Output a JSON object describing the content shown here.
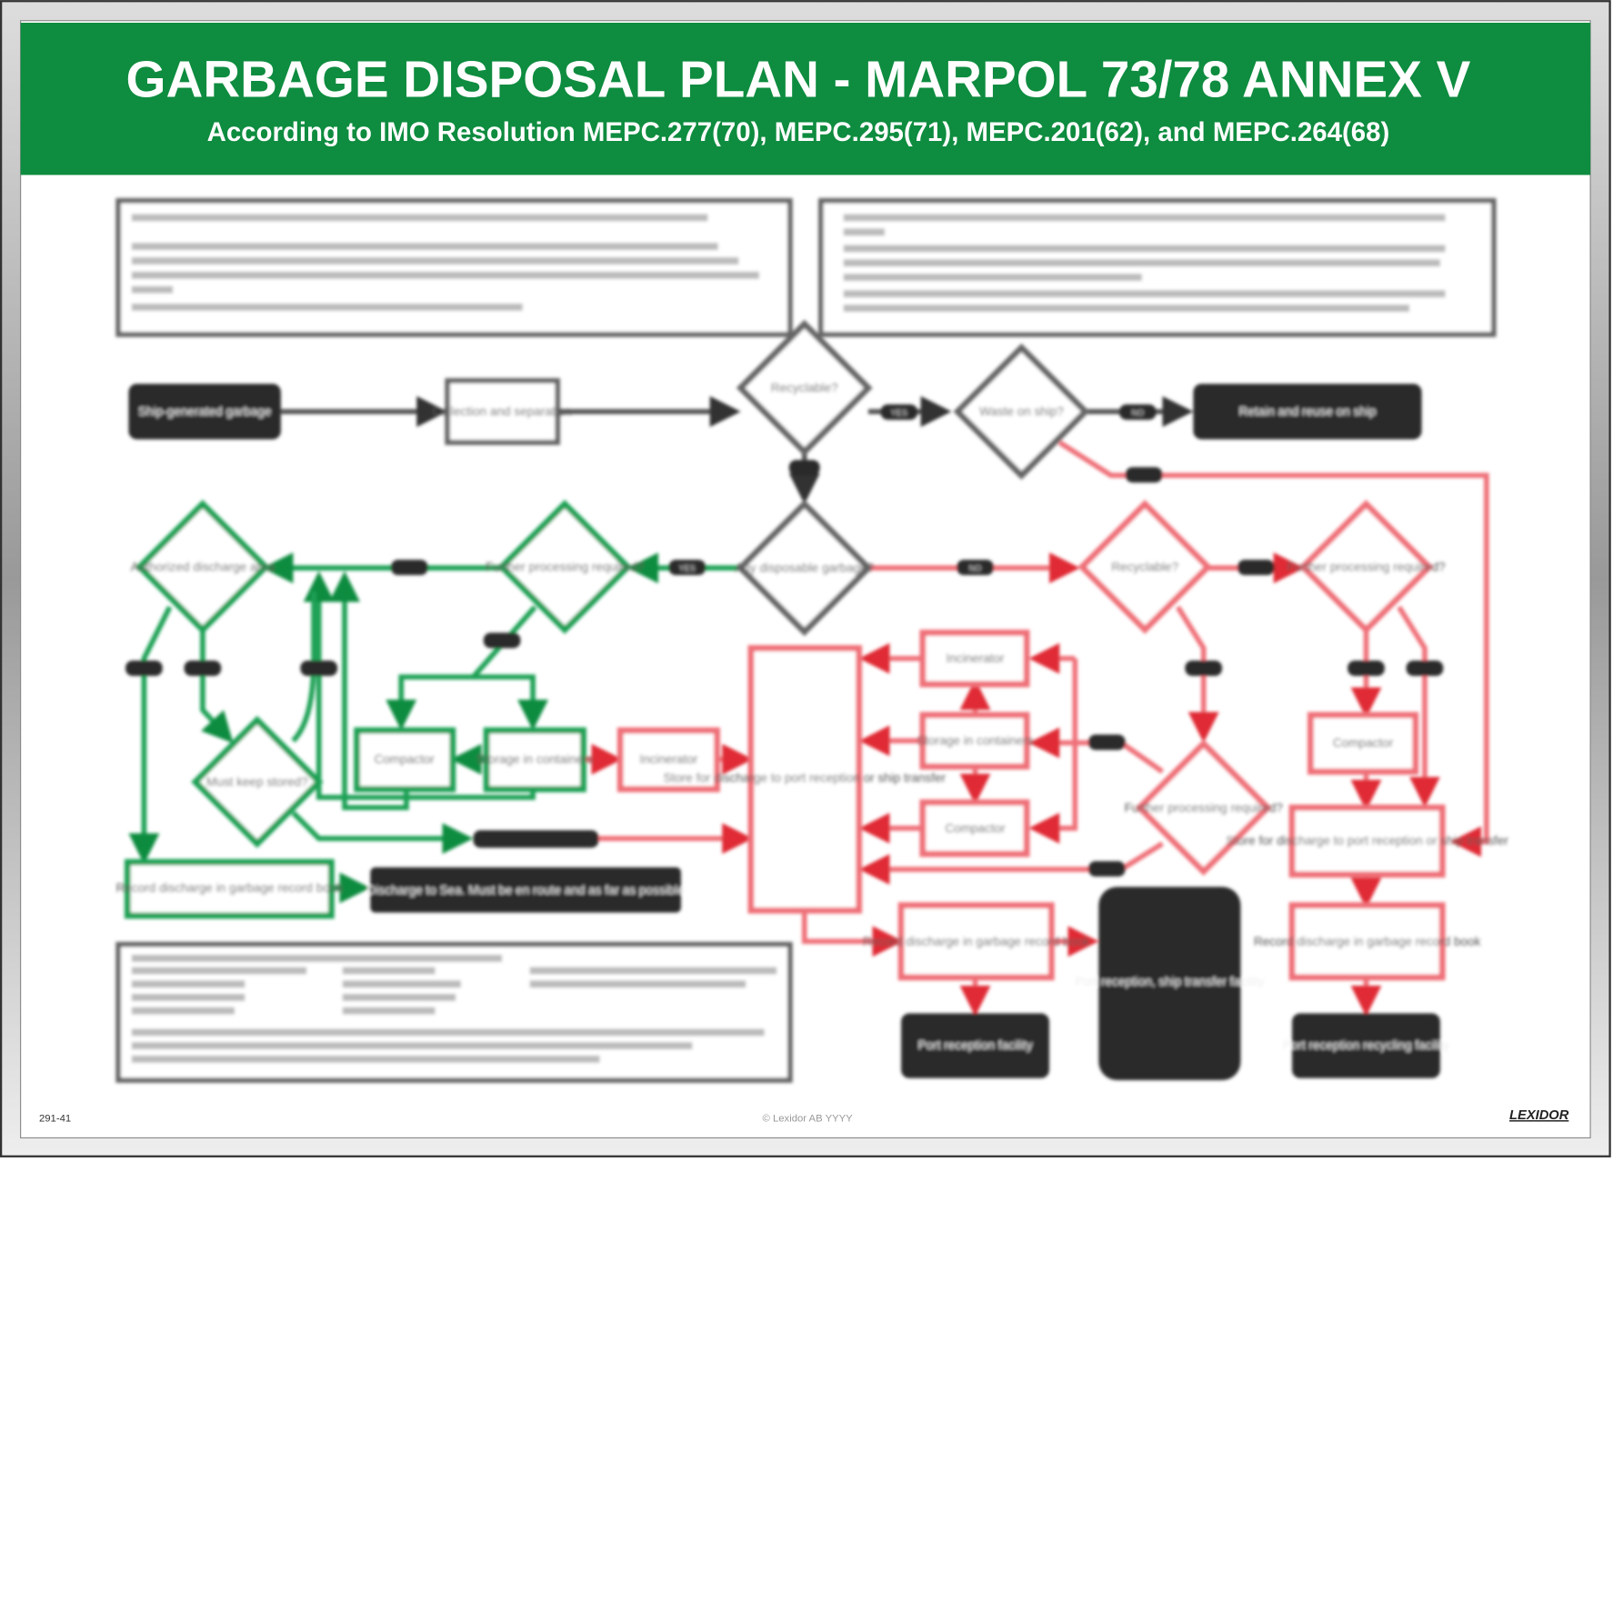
{
  "header": {
    "title": "GARBAGE DISPOSAL PLAN - MARPOL 73/78 ANNEX V",
    "subtitle": "According to IMO Resolution MEPC.277(70), MEPC.295(71), MEPC.201(62), and MEPC.264(68)"
  },
  "nodes": {
    "start": "Ship-generated garbage",
    "collection": "Collection and separation",
    "recyclable_top": "Recyclable?",
    "waste_on_ship": "Waste on ship?",
    "retain": "Retain and reuse on ship",
    "any_disposable": "Any disposable garbage?",
    "auth_area": "Authorized discharge area",
    "further_green": "Further processing required?",
    "shore_storage": "Must keep stored?",
    "compactor_g": "Compactor",
    "storage_g": "Storage in containers",
    "incinerator_mid": "Incinerator",
    "record_green": "Record discharge in garbage record book",
    "discharge_sea": "Discharge to Sea. Must be en route and as far as possible",
    "store_port": "Store for discharge to port reception or ship transfer",
    "incinerator_r": "Incinerator",
    "storage_r": "Storage in containers",
    "compactor_r": "Compactor",
    "recyclable_r": "Recyclable?",
    "further_r1": "Further processing required?",
    "further_r2": "Further processing required?",
    "compactor_r2": "Compactor",
    "store_r2": "Store for discharge to port reception or ship transfer",
    "record_r1": "Record discharge in garbage record book",
    "record_r2": "Record discharge in garbage record book",
    "port_fac1": "Port reception facility",
    "port_fac2": "Port reception, ship transfer facility",
    "port_fac3": "Port reception recycling facility"
  },
  "tags": {
    "yes": "YES",
    "no": "NO"
  },
  "footer": {
    "code": "291-41",
    "copyright": "© Lexidor AB YYYY",
    "logo": "LEXIDOR"
  },
  "colors": {
    "green": "#0e8c3f",
    "red": "#e8545e",
    "dark": "#2b2b2b",
    "gray": "#666666"
  }
}
